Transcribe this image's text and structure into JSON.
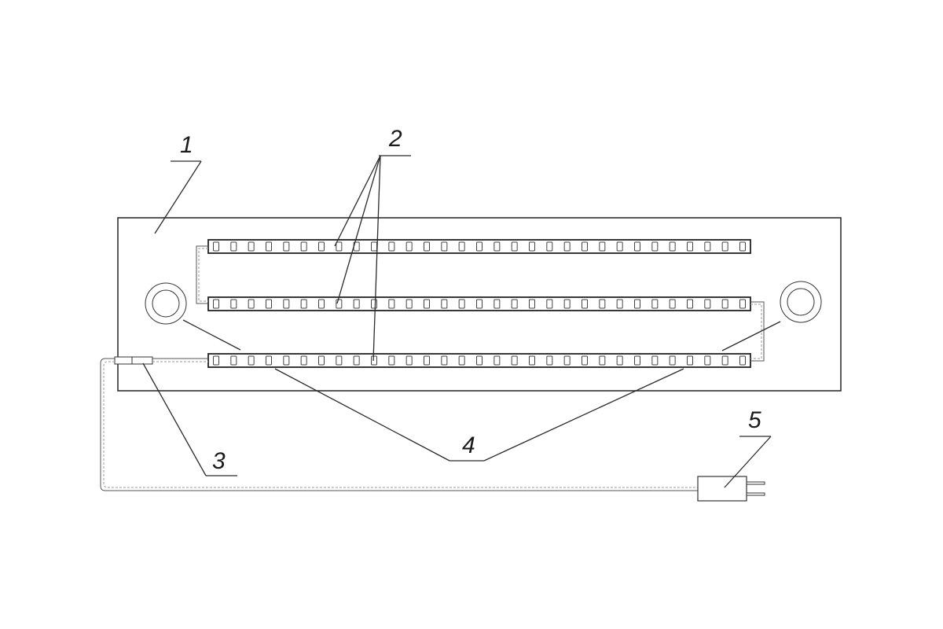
{
  "callouts": {
    "panel": "1",
    "led_strips": "2",
    "connector": "3",
    "wires": "4",
    "plug": "5"
  },
  "led_strip_count": 3,
  "leds_per_strip": 31
}
